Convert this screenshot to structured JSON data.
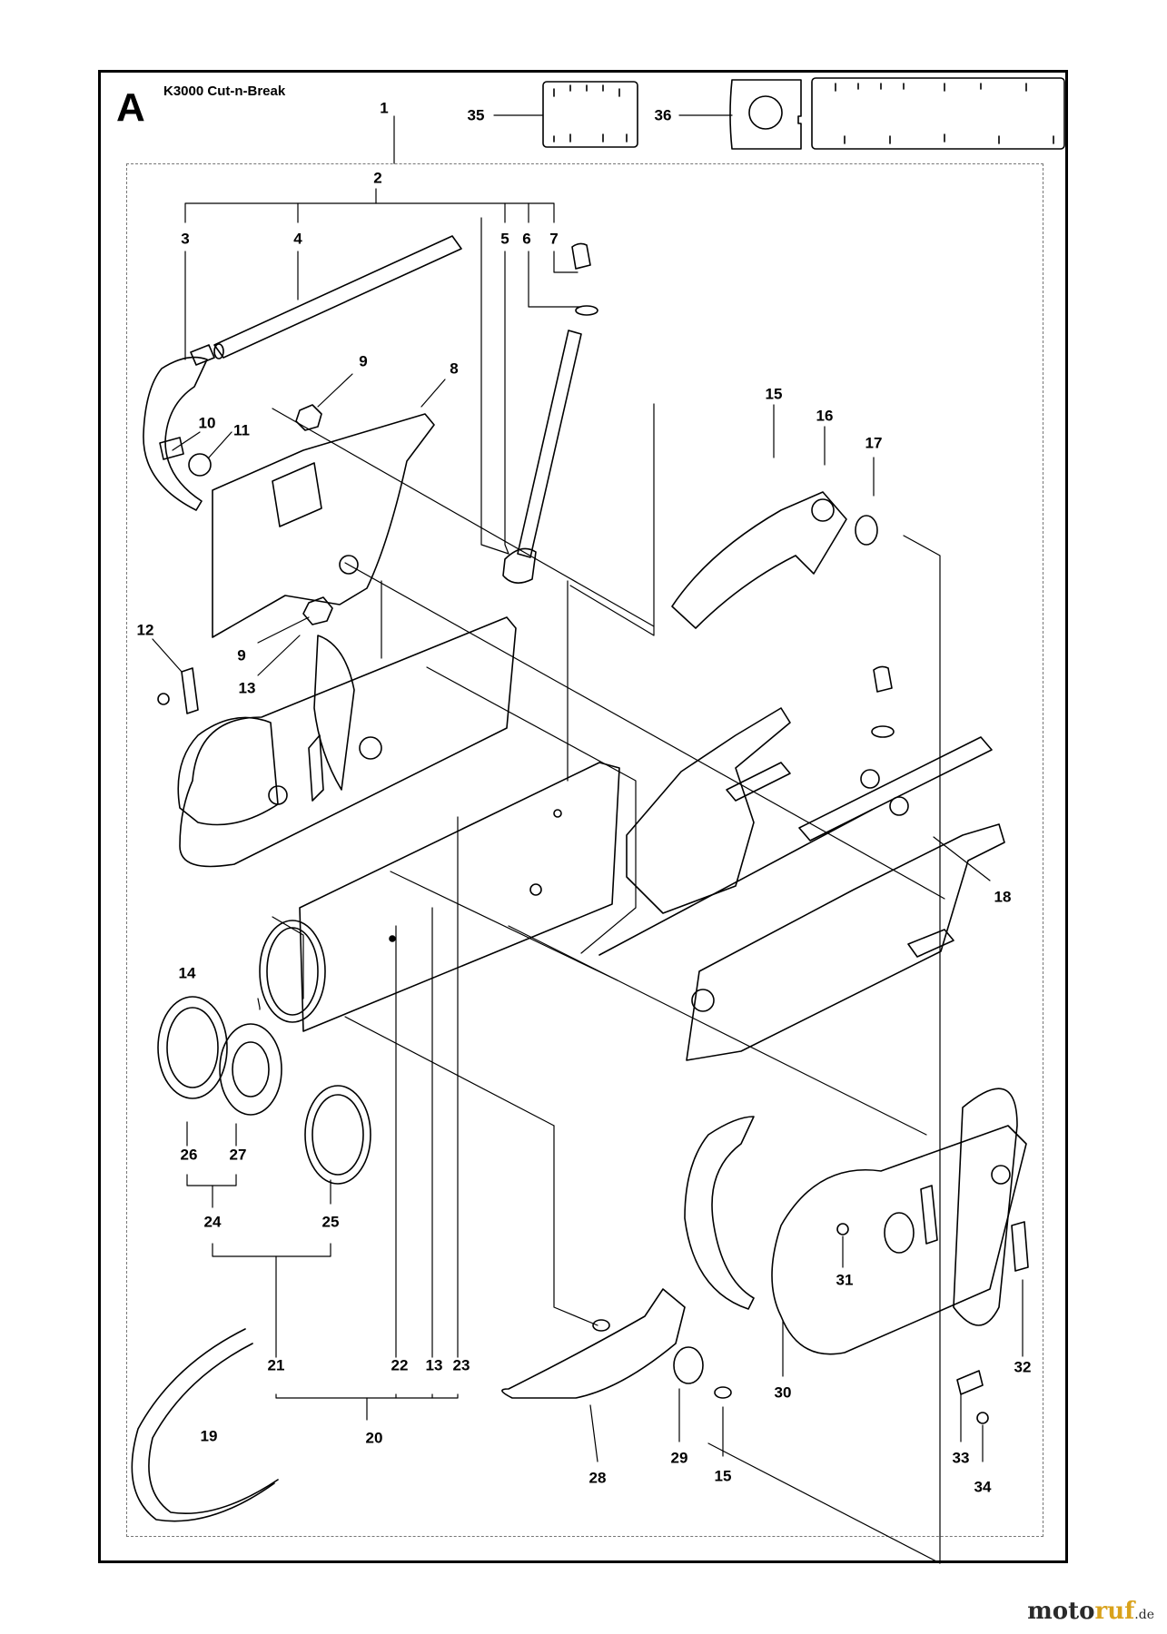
{
  "diagram": {
    "section_letter": "A",
    "model_title": "K3000 Cut-n-Break"
  },
  "callouts": [
    {
      "id": "c1",
      "text": "1"
    },
    {
      "id": "c2",
      "text": "2"
    },
    {
      "id": "c3",
      "text": "3"
    },
    {
      "id": "c4",
      "text": "4"
    },
    {
      "id": "c5",
      "text": "5"
    },
    {
      "id": "c6",
      "text": "6"
    },
    {
      "id": "c7",
      "text": "7"
    },
    {
      "id": "c8",
      "text": "8"
    },
    {
      "id": "c9a",
      "text": "9"
    },
    {
      "id": "c9b",
      "text": "9"
    },
    {
      "id": "c10",
      "text": "10"
    },
    {
      "id": "c11",
      "text": "11"
    },
    {
      "id": "c12",
      "text": "12"
    },
    {
      "id": "c13a",
      "text": "13"
    },
    {
      "id": "c13b",
      "text": "13"
    },
    {
      "id": "c14",
      "text": "14"
    },
    {
      "id": "c15a",
      "text": "15"
    },
    {
      "id": "c15b",
      "text": "15"
    },
    {
      "id": "c16",
      "text": "16"
    },
    {
      "id": "c17",
      "text": "17"
    },
    {
      "id": "c18",
      "text": "18"
    },
    {
      "id": "c19",
      "text": "19"
    },
    {
      "id": "c20",
      "text": "20"
    },
    {
      "id": "c21",
      "text": "21"
    },
    {
      "id": "c22",
      "text": "22"
    },
    {
      "id": "c23",
      "text": "23"
    },
    {
      "id": "c24",
      "text": "24"
    },
    {
      "id": "c25",
      "text": "25"
    },
    {
      "id": "c26",
      "text": "26"
    },
    {
      "id": "c27",
      "text": "27"
    },
    {
      "id": "c28",
      "text": "28"
    },
    {
      "id": "c29",
      "text": "29"
    },
    {
      "id": "c30",
      "text": "30"
    },
    {
      "id": "c31",
      "text": "31"
    },
    {
      "id": "c32",
      "text": "32"
    },
    {
      "id": "c33",
      "text": "33"
    },
    {
      "id": "c34",
      "text": "34"
    },
    {
      "id": "c35",
      "text": "35"
    },
    {
      "id": "c36",
      "text": "36"
    }
  ],
  "watermark": {
    "part1": "moto",
    "part2": "ruf",
    "part3": ".de"
  }
}
